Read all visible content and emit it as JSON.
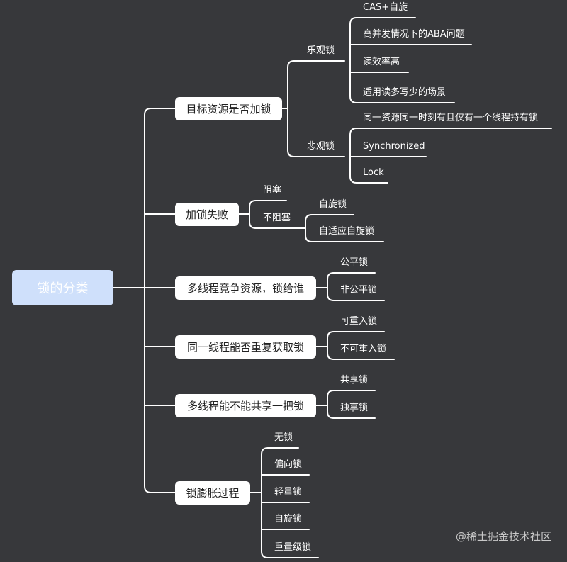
{
  "root": {
    "label": "锁的分类"
  },
  "branches": [
    {
      "label": "目标资源是否加锁"
    },
    {
      "label": "加锁失败"
    },
    {
      "label": "多线程竞争资源，锁给谁"
    },
    {
      "label": "同一线程能否重复获取锁"
    },
    {
      "label": "多线程能不能共享一把锁"
    },
    {
      "label": "锁膨胀过程"
    }
  ],
  "level2": [
    {
      "label": "乐观锁"
    },
    {
      "label": "悲观锁"
    },
    {
      "label": "阻塞"
    },
    {
      "label": "不阻塞"
    }
  ],
  "leaves": [
    {
      "label": "CAS+自旋"
    },
    {
      "label": "高并发情况下的ABA问题"
    },
    {
      "label": "读效率高"
    },
    {
      "label": "适用读多写少的场景"
    },
    {
      "label": "同一资源同一时刻有且仅有一个线程持有锁"
    },
    {
      "label": "Synchronized"
    },
    {
      "label": "Lock"
    },
    {
      "label": "自旋锁"
    },
    {
      "label": "自适应自旋锁"
    },
    {
      "label": "公平锁"
    },
    {
      "label": "非公平锁"
    },
    {
      "label": "可重入锁"
    },
    {
      "label": "不可重入锁"
    },
    {
      "label": "共享锁"
    },
    {
      "label": "独享锁"
    },
    {
      "label": "无锁"
    },
    {
      "label": "偏向锁"
    },
    {
      "label": "轻量锁"
    },
    {
      "label": "自旋锁"
    },
    {
      "label": "重量级锁"
    }
  ],
  "watermark": "@稀土掘金技术社区",
  "colors": {
    "background": "#37383b",
    "root_fill": "#cfe0fb",
    "line": "#ffffff"
  }
}
